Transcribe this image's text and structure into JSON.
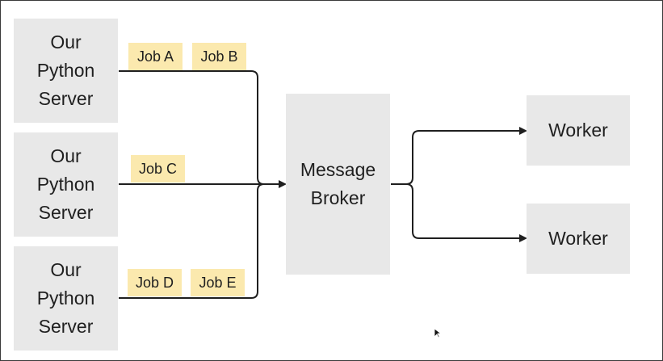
{
  "servers": [
    {
      "label": "Our\nPython\nServer"
    },
    {
      "label": "Our\nPython\nServer"
    },
    {
      "label": "Our\nPython\nServer"
    }
  ],
  "jobs": [
    "Job A",
    "Job B",
    "Job C",
    "Job D",
    "Job E"
  ],
  "broker": {
    "label": "Message\nBroker"
  },
  "workers": [
    {
      "label": "Worker"
    },
    {
      "label": "Worker"
    }
  ],
  "colors": {
    "box_fill": "#e8e8e8",
    "job_fill": "#fbe9ae",
    "line": "#1f1f1f"
  }
}
